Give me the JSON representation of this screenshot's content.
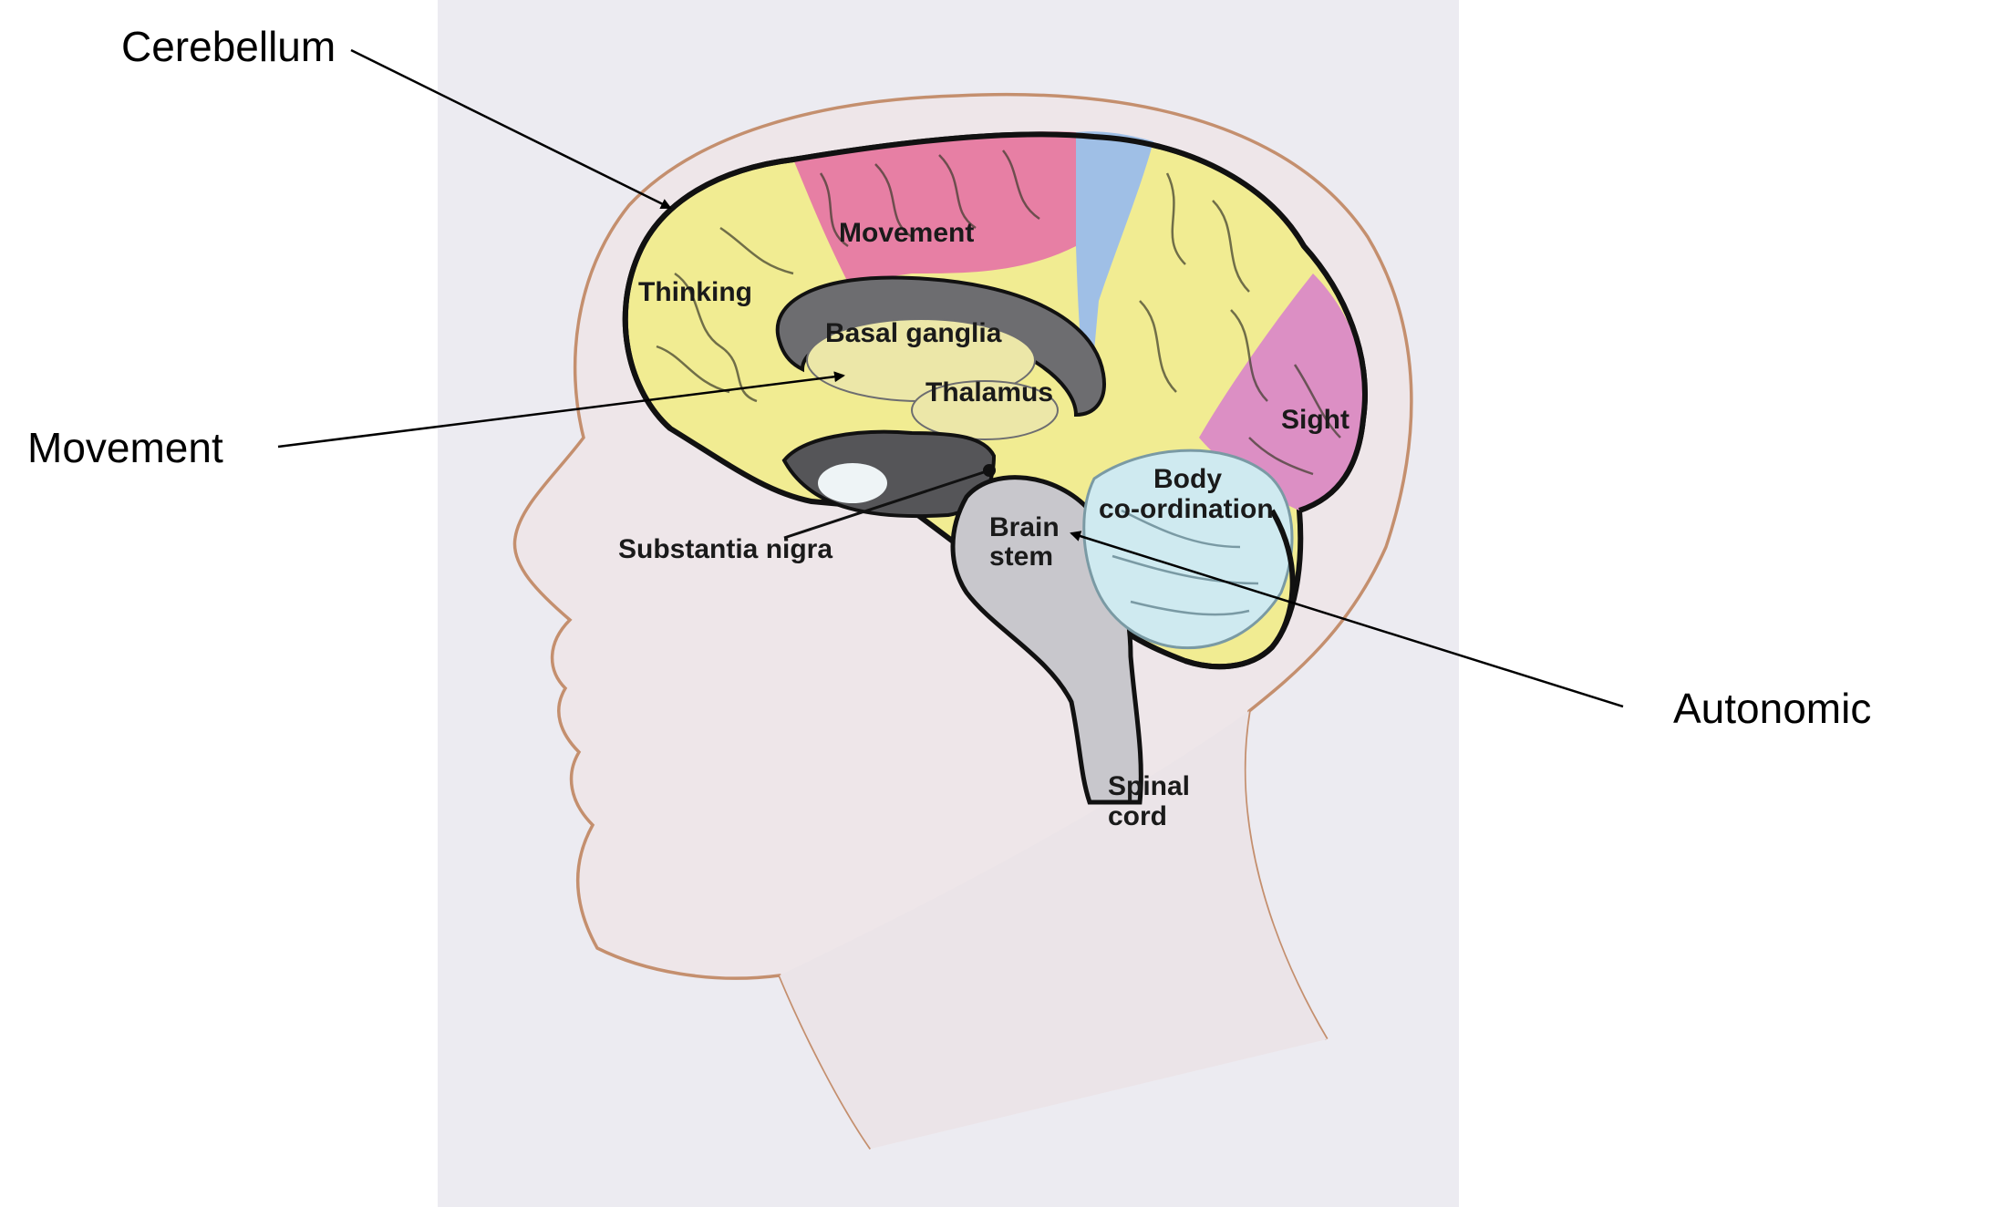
{
  "colors": {
    "page_background": "#ffffff",
    "panel_background": "#ecebf1",
    "head_outline": "#c48f6e",
    "brain_outline": "#111111",
    "frontal_thinking": "#f1ec92",
    "motor_movement": "#e77fa4",
    "sensory_strip": "#9fbfe6",
    "occipital_sight": "#dc8fc4",
    "cerebellum_body": "#cfeaf0",
    "brainstem": "#c8c7cc",
    "ventricle": "#6d6d70",
    "label_text": "#1a1a1a",
    "callout_line": "#000000"
  },
  "panel_labels": {
    "movement": "Movement",
    "thinking": "Thinking",
    "basal_ganglia": "Basal ganglia",
    "thalamus": "Thalamus",
    "sight": "Sight",
    "body_line1": "Body",
    "body_line2": "co-ordination",
    "brain_line1": "Brain",
    "brain_line2": "stem",
    "substantia_nigra": "Substantia nigra",
    "spinal_line1": "Spinal",
    "spinal_line2": "cord"
  },
  "callouts": {
    "cerebellum": "Cerebellum",
    "movement": "Movement",
    "autonomic": "Autonomic"
  }
}
